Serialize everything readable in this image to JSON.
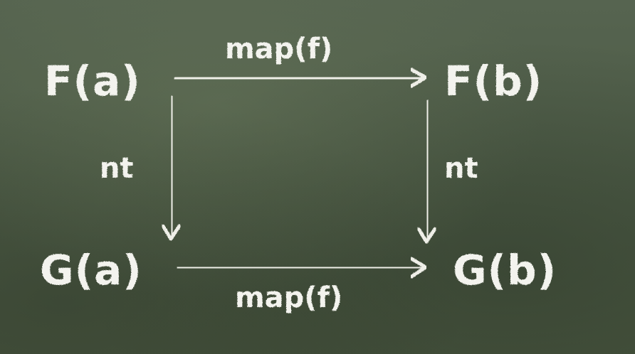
{
  "nodes": {
    "top_left": "F(a)",
    "top_right": "F(b)",
    "bottom_left": "G(a)",
    "bottom_right": "G(b)"
  },
  "edges": {
    "top": "map(f)",
    "bottom": "map(f)",
    "left": "nt",
    "right": "nt"
  },
  "colors": {
    "board": "#4c5a44",
    "chalk": "#f3f3ee"
  }
}
